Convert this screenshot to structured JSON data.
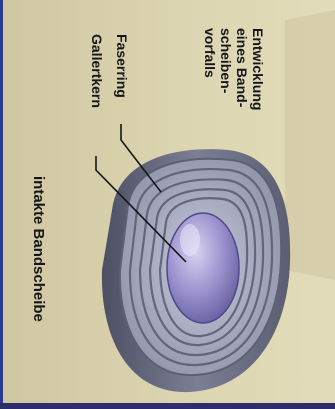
{
  "diagram": {
    "title_lines": [
      "Entwicklung",
      "eines Band-",
      "scheiben-",
      "vorfalls"
    ],
    "label_faserring": "Faserring",
    "label_gallertkern": "Gallertkern",
    "caption": "intakte Bandscheibe"
  },
  "colors": {
    "background": "#d9d2ad",
    "nucleus": "#8f86c4",
    "annulus": "#a7a9c0",
    "text": "#16161a"
  }
}
